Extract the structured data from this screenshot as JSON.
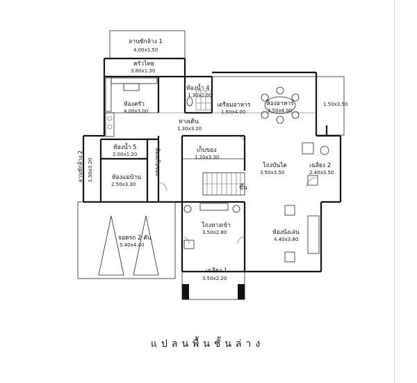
{
  "plan": {
    "title": "แปลนพื้นชั้นล่าง",
    "rooms": [
      {
        "id": "laundry-top",
        "name": "ลานซักล้าง 1",
        "size": "4.00x1.50"
      },
      {
        "id": "thai-kitchen",
        "name": "ครัวไทย",
        "size": "3.80x1.30"
      },
      {
        "id": "kitchen",
        "name": "ห้องครัว",
        "size": "4.00x3.00"
      },
      {
        "id": "bath4",
        "name": "ห้องน้ำ 4",
        "size": "1.30x2.00"
      },
      {
        "id": "prep",
        "name": "เตรียมอาหาร",
        "size": "1.60x4.00"
      },
      {
        "id": "dining",
        "name": "ห้องอาหาร",
        "size": "3.50x4.00"
      },
      {
        "id": "terrace-right",
        "name": "",
        "size": "1.50x3.50"
      },
      {
        "id": "walkway",
        "name": "ทางเดิน",
        "size": "1.30x3.20"
      },
      {
        "id": "bath5",
        "name": "ห้องน้ำ 5",
        "size": "2.00x1.20"
      },
      {
        "id": "storage-small",
        "name": "ห้องเก็บของ",
        "size": ""
      },
      {
        "id": "storage",
        "name": "เก็บของ",
        "size": "1.20x3.30"
      },
      {
        "id": "stair-hall",
        "name": "โถงบันได",
        "size": "3.50x3.50"
      },
      {
        "id": "terrace2",
        "name": "เฉลียง 2",
        "size": "2.40x3.50"
      },
      {
        "id": "laundry-left",
        "name": "ลานซักล้าง 2",
        "size": "1.30x3.20"
      },
      {
        "id": "maid",
        "name": "ห้องแม่บ้าน",
        "size": "2.50x3.30"
      },
      {
        "id": "stair-up",
        "name": "ขึ้น",
        "size": ""
      },
      {
        "id": "carport",
        "name": "จอดรถ 2 คัน",
        "size": "5.40x4.40"
      },
      {
        "id": "entrance-hall",
        "name": "โถงทางเข้า",
        "size": "3.50x2.80"
      },
      {
        "id": "living",
        "name": "ห้องนั่งเล่น",
        "size": "4.40x3.80"
      },
      {
        "id": "terrace1",
        "name": "เฉลียง 1",
        "size": "3.50x2.20"
      }
    ]
  }
}
